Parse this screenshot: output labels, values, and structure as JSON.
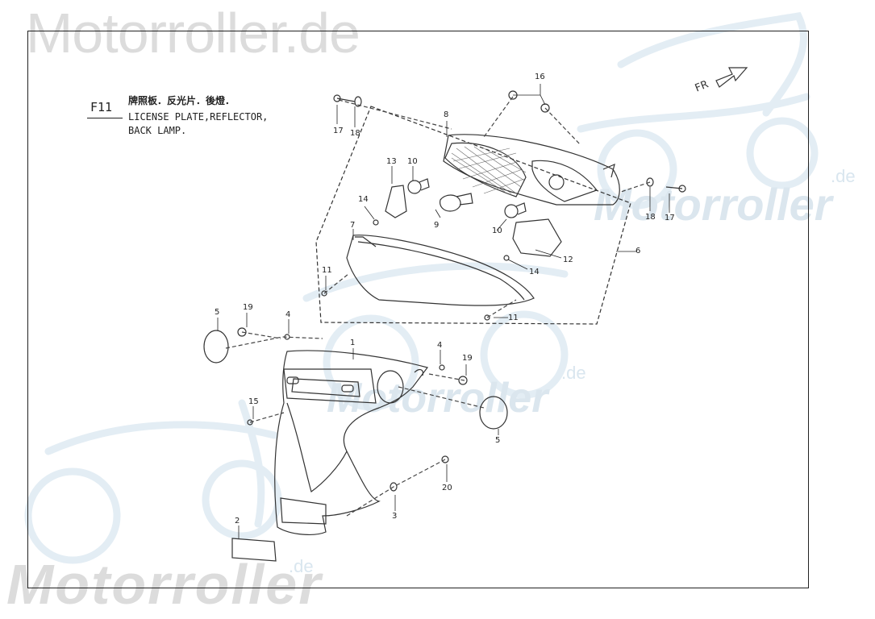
{
  "watermark": {
    "top_text": "Motorroller.de",
    "bottom_text": "Motorroller",
    "bottom_suffix": ".de",
    "mid_right_text": "Motorroller",
    "mid_right_suffix": ".de",
    "mid_center_text": "Motorroller",
    "mid_center_suffix": ".de",
    "color": "#dcdcdc",
    "accent_color": "#d9e6ef"
  },
  "figure": {
    "code": "F11",
    "title_zh": "牌照板．反光片．後燈．",
    "title_en_line1": "LICENSE PLATE,REFLECTOR,",
    "title_en_line2": "BACK LAMP.",
    "direction_label": "FR"
  },
  "callouts": {
    "n1": "1",
    "n2": "2",
    "n3": "3",
    "n4a": "4",
    "n4b": "4",
    "n5a": "5",
    "n5b": "5",
    "n6": "6",
    "n7": "7",
    "n8": "8",
    "n9": "9",
    "n10a": "10",
    "n10b": "10",
    "n11a": "11",
    "n11b": "11",
    "n12": "12",
    "n13": "13",
    "n14a": "14",
    "n14b": "14",
    "n15": "15",
    "n16": "16",
    "n17a": "17",
    "n17b": "17",
    "n18a": "18",
    "n18b": "18",
    "n19a": "19",
    "n19b": "19",
    "n20": "20"
  }
}
